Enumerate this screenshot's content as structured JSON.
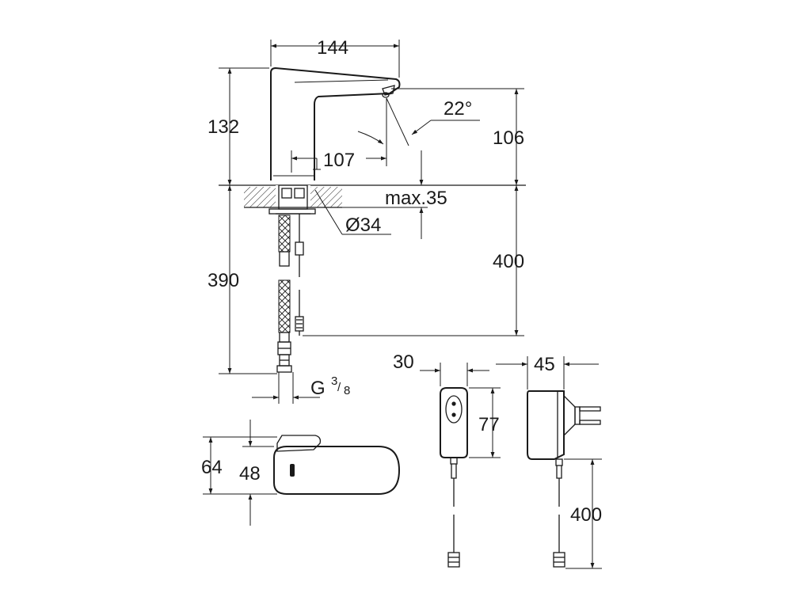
{
  "dimensions": {
    "spout_length": "144",
    "body_height": "132",
    "outlet_height": "106",
    "spray_angle": "22°",
    "outlet_reach": "107",
    "max_thickness": "max.35",
    "hole_diameter": "Ø34",
    "hose_length_left": "390",
    "hose_length_right": "400",
    "thread_main": "G",
    "thread_num": "3",
    "thread_den": "8",
    "top_view_depth": "64",
    "top_view_width": "48",
    "adapter_width": "30",
    "adapter_height": "77",
    "adapter_depth": "45",
    "adapter_cable": "400"
  }
}
